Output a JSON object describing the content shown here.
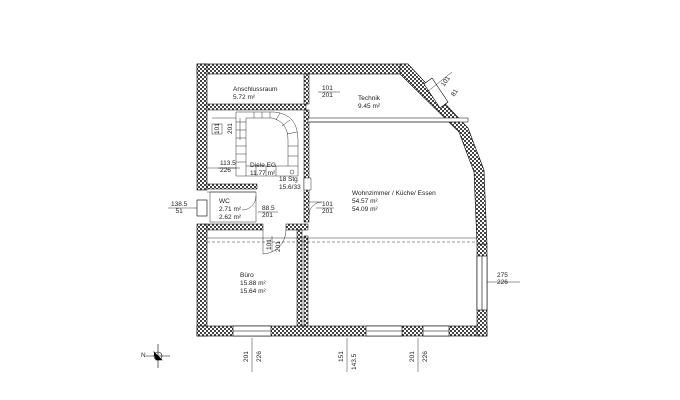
{
  "rooms": {
    "anschlussraum": {
      "name": "Anschlussraum",
      "area": "5.72 m²"
    },
    "technik": {
      "name": "Technik",
      "area": "9.45 m²"
    },
    "diele": {
      "name": "Diele EG",
      "area": "11.77 m²"
    },
    "wohnzimmer": {
      "name": "Wohnzimmer / Küche/ Essen",
      "area1": "54.57 m²",
      "area2": "54.09 m²"
    },
    "wc": {
      "name": "WC",
      "area1": "2.71 m²",
      "area2": "2.62 m²"
    },
    "buero": {
      "name": "Büro",
      "area1": "15.88 m²",
      "area2": "15.64 m²"
    }
  },
  "stair": {
    "steps": "18 Stg",
    "ratio": "15.6/33"
  },
  "dimensions": {
    "door_anschluss_top": "101",
    "door_anschluss_bottom": "201",
    "window_diag_a": "101",
    "window_diag_b": "81",
    "stair_v1": "101",
    "stair_v2": "201",
    "diele_opening_top": "113.5",
    "diele_opening_bottom": "226",
    "wc_door_top": "88.5",
    "wc_door_bottom": "201",
    "living_door_top": "101",
    "living_door_bottom": "201",
    "left_win_top": "138.5",
    "left_win_bottom": "51",
    "buero_door_a": "101",
    "buero_door_b": "201",
    "right_win_top": "275",
    "right_win_bottom": "226",
    "bottom_w1_a": "201",
    "bottom_w1_b": "226",
    "bottom_w2_a": "151",
    "bottom_w2_b": "143.5",
    "bottom_w3_a": "201",
    "bottom_w3_b": "226"
  },
  "compass": {
    "label": "N"
  }
}
